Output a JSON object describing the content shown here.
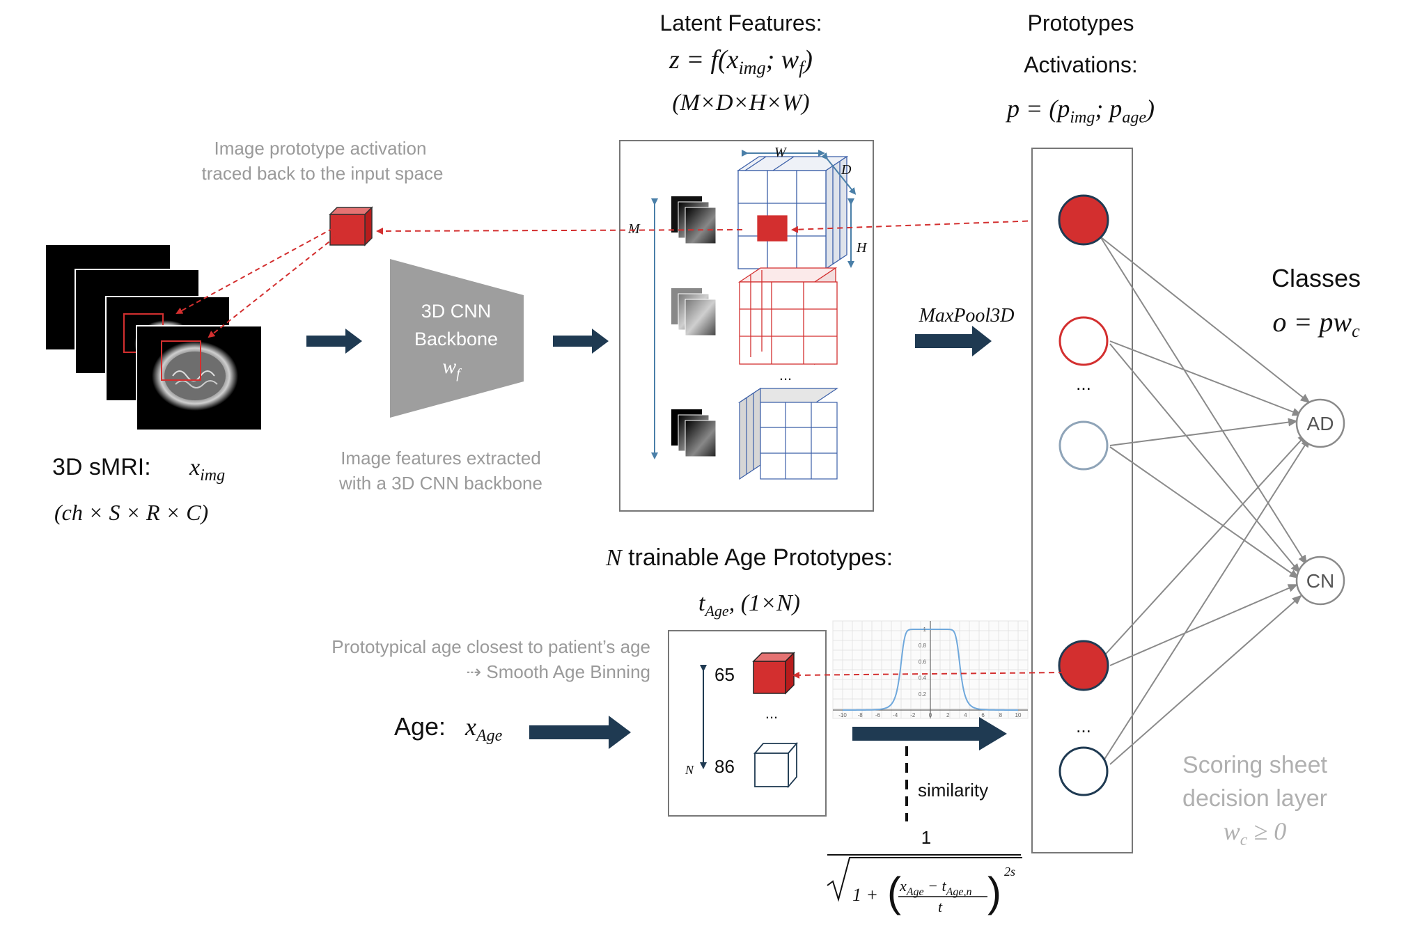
{
  "latent": {
    "title": "Latent Features:",
    "formula": "z = f(x_img; w_f)",
    "formula_main": "z = f",
    "formula_args": "(x",
    "formula_args_sub": "img",
    "formula_args_rest": "; w",
    "formula_args_sub2": "f",
    "formula_close": ")",
    "dims": "(M×D×H×W)",
    "axis_w": "W",
    "axis_d": "D",
    "axis_h": "H",
    "axis_m": "M",
    "ellipsis": "..."
  },
  "prototypes": {
    "title_line1": "Prototypes",
    "title_line2": "Activations:",
    "formula": "p = (p_img; p_age)",
    "formula_p": "p = (p",
    "formula_sub_img": "img",
    "formula_mid": "; p",
    "formula_sub_age": "age",
    "formula_close": ")",
    "ellipsis_top": "...",
    "ellipsis_bottom": "..."
  },
  "classes": {
    "title": "Classes",
    "formula_main": "o = pw",
    "formula_sub": "c",
    "ad": "AD",
    "cn": "CN"
  },
  "input": {
    "label": "3D sMRI:",
    "var_main": "x",
    "var_sub": "img",
    "dims": "(ch × S × R × C)"
  },
  "annotations": {
    "trace_line1": "Image prototype activation",
    "trace_line2": "traced back to the input space",
    "features_line1": "Image features extracted",
    "features_line2": "with a 3D CNN backbone",
    "age_line1": "Prototypical age closest to patient’s age",
    "age_line2": "⇢ Smooth Age Binning"
  },
  "backbone": {
    "line1": "3D CNN",
    "line2": "Backbone",
    "var_main": "w",
    "var_sub": "f"
  },
  "maxpool": {
    "label": "MaxPool3D"
  },
  "age_section": {
    "title_var": "N",
    "title_text": " trainable Age Prototypes:",
    "t_main": "t",
    "t_sub": "Age",
    "t_rest": ", (1×N)",
    "age_label": "Age:",
    "age_var_main": "x",
    "age_var_sub": "Age",
    "proto_first": "65",
    "proto_last": "86",
    "proto_ellipsis": "...",
    "axis_n": "N",
    "similarity": "similarity",
    "formula_num": "1",
    "formula_den_1": "1 + ",
    "formula_den_x": "x",
    "formula_den_xsub": "Age",
    "formula_den_minus": " − t",
    "formula_den_tsub": "Age,n",
    "formula_den_t": "t",
    "formula_den_exp": "2s"
  },
  "plot": {
    "x_ticks": [
      "-10",
      "-8",
      "-6",
      "-4",
      "-2",
      "0",
      "2",
      "4",
      "6",
      "8",
      "10"
    ],
    "y_ticks": [
      "1",
      "0.8",
      "0.6",
      "0.4",
      "0.2"
    ]
  },
  "decision": {
    "line1": "Scoring sheet",
    "line2": "decision layer",
    "formula_main": "w",
    "formula_sub": "c",
    "formula_rest": " ≥ 0"
  },
  "colors": {
    "red": "#d32f2f",
    "navy": "#1f3a52",
    "steel": "#4a7fa8",
    "gray_text": "#9a9a9a",
    "backbone": "#9e9e9e"
  }
}
